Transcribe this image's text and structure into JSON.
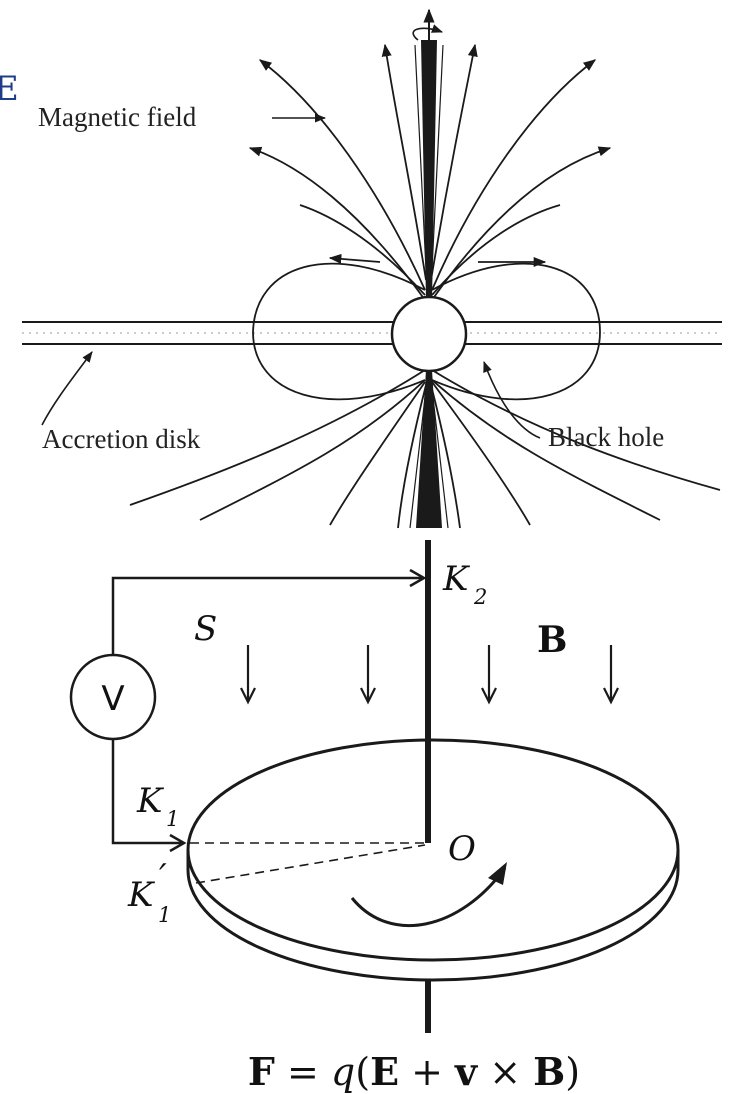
{
  "top_diagram": {
    "corner_mark": "E",
    "label_magnetic_field": "Magnetic field",
    "label_accretion_disk": "Accretion disk",
    "label_black_hole": "Black hole",
    "rotation_icon": "rotation-arrow-icon"
  },
  "bottom_diagram": {
    "label_S": "S",
    "label_B": "B",
    "label_V": "V",
    "label_K2_main": "K",
    "label_K2_sub": "2",
    "label_K1_main": "K",
    "label_K1_sub": "1",
    "label_K1p_main": "K",
    "label_K1p_prime": "′",
    "label_K1p_sub": "1",
    "label_O": "O",
    "formula": "F = q(E + v × B)",
    "formula_parts": {
      "F": "F",
      "eq": " = ",
      "q": "q",
      "open": "(",
      "E": "E",
      "plus": " + ",
      "v": "v",
      "times": " × ",
      "B": "B",
      "close": ")"
    }
  },
  "colors": {
    "ink": "#1a1a1a",
    "corner_mark": "#1f3c88"
  }
}
